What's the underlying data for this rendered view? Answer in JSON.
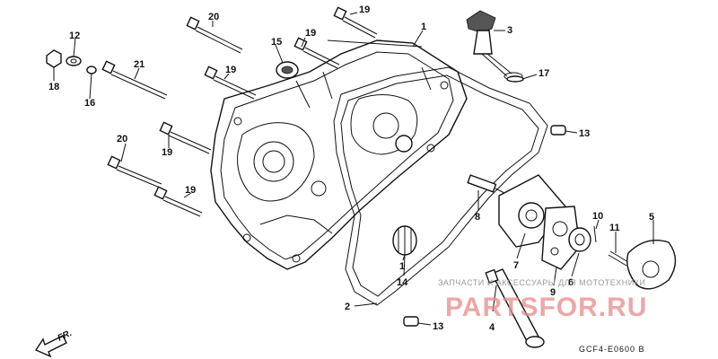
{
  "callouts": [
    {
      "id": "c20a",
      "text": "20"
    },
    {
      "id": "c19a",
      "text": "19"
    },
    {
      "id": "c1",
      "text": "1"
    },
    {
      "id": "c3",
      "text": "3"
    },
    {
      "id": "c12",
      "text": "12"
    },
    {
      "id": "c15",
      "text": "15"
    },
    {
      "id": "c19b",
      "text": "19"
    },
    {
      "id": "c21",
      "text": "21"
    },
    {
      "id": "c19c",
      "text": "19"
    },
    {
      "id": "c17",
      "text": "17"
    },
    {
      "id": "c18",
      "text": "18"
    },
    {
      "id": "c16",
      "text": "16"
    },
    {
      "id": "c13a",
      "text": "13"
    },
    {
      "id": "c19d",
      "text": "19"
    },
    {
      "id": "c20b",
      "text": "20"
    },
    {
      "id": "c8",
      "text": "8"
    },
    {
      "id": "c10",
      "text": "10"
    },
    {
      "id": "c5",
      "text": "5"
    },
    {
      "id": "c19e",
      "text": "19"
    },
    {
      "id": "c11",
      "text": "11"
    },
    {
      "id": "c7",
      "text": "7"
    },
    {
      "id": "c1b",
      "text": "1"
    },
    {
      "id": "c6",
      "text": "6"
    },
    {
      "id": "c14",
      "text": "14"
    },
    {
      "id": "c9",
      "text": "9"
    },
    {
      "id": "c2",
      "text": "2"
    },
    {
      "id": "c4",
      "text": "4"
    },
    {
      "id": "c13b",
      "text": "13"
    }
  ],
  "watermark": {
    "subtitle": "ЗАПЧАСТИ И АКСЕССУАРЫ ДЛЯ МОТОТЕХНИКИ",
    "brand": "PARTSFOR.RU"
  },
  "diagram_code": "GCF4-E0600 B",
  "direction_label": "FR."
}
